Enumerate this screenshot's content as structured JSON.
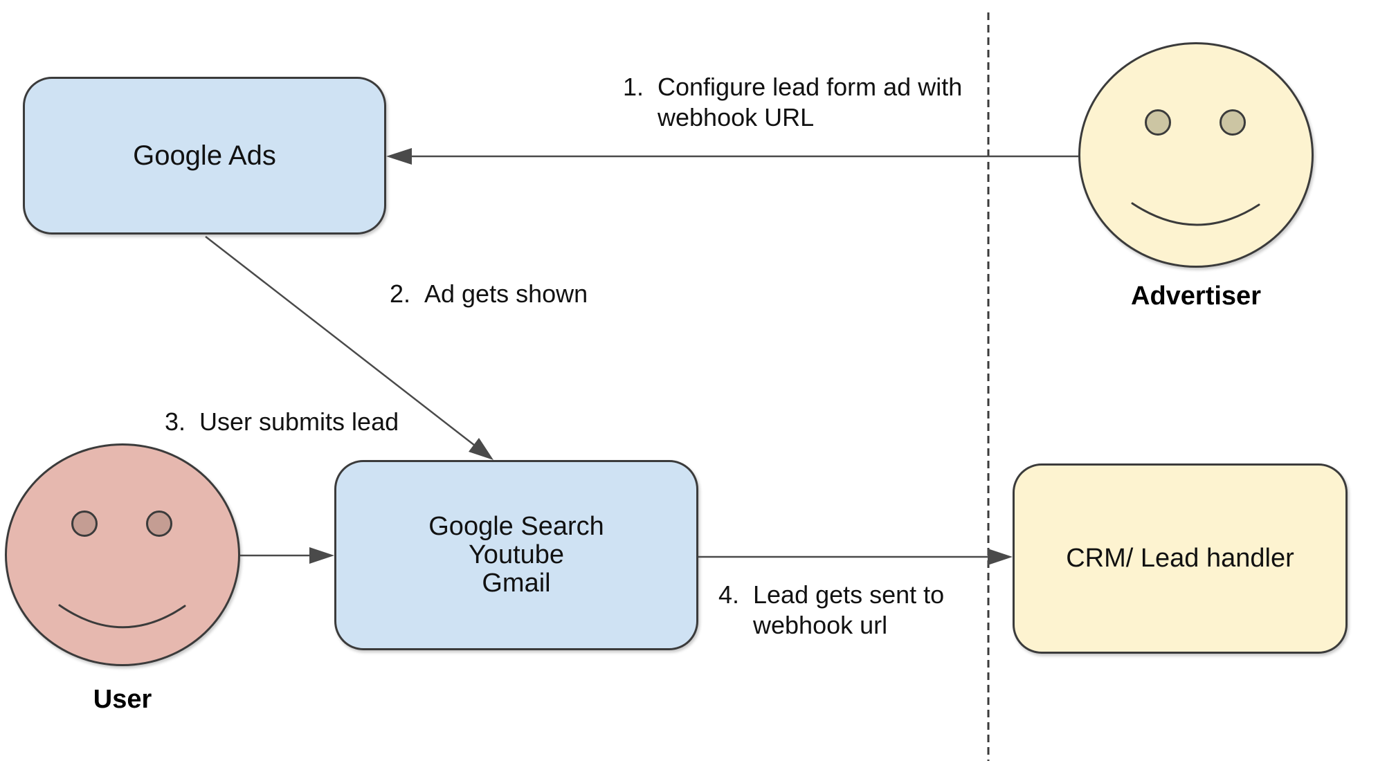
{
  "nodes": {
    "google_ads": {
      "label": "Google Ads"
    },
    "platforms": {
      "lines": [
        "Google Search",
        "Youtube",
        "Gmail"
      ]
    },
    "crm": {
      "label": "CRM/ Lead handler"
    }
  },
  "actors": {
    "advertiser": {
      "label": "Advertiser"
    },
    "user": {
      "label": "User"
    }
  },
  "steps": [
    {
      "number": "1.",
      "lines": [
        "Configure lead form ad with",
        "webhook URL"
      ]
    },
    {
      "number": "2.",
      "lines": [
        "Ad gets shown"
      ]
    },
    {
      "number": "3.",
      "lines": [
        "User submits lead"
      ]
    },
    {
      "number": "4.",
      "lines": [
        "Lead gets sent to",
        "webhook url"
      ]
    }
  ],
  "colors": {
    "node_blue": "#cfe2f3",
    "node_yellow": "#fdf3d0",
    "face_red": "#e6b8af",
    "eye_red": "#c49d93",
    "eye_yellow": "#ccc5a3",
    "stroke": "#3b3b3b",
    "arrow": "#4a4a4a",
    "text": "#111111"
  }
}
